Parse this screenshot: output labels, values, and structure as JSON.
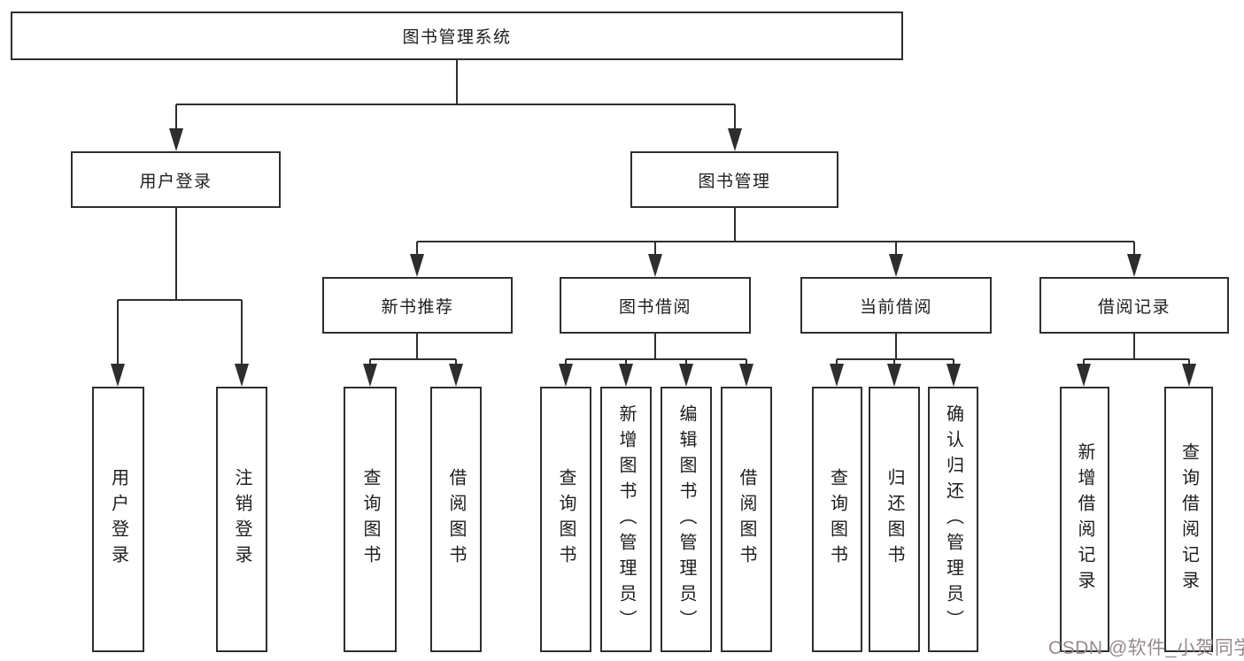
{
  "diagram": {
    "title": "图书管理系统",
    "branches": [
      {
        "label": "用户登录",
        "children": [
          "用户登录",
          "注销登录"
        ]
      },
      {
        "label": "图书管理",
        "children": [
          {
            "label": "新书推荐",
            "children": [
              "查询图书",
              "借阅图书"
            ]
          },
          {
            "label": "图书借阅",
            "children": [
              "查询图书",
              "新增图书（管理员）",
              "编辑图书（管理员）",
              "借阅图书"
            ]
          },
          {
            "label": "当前借阅",
            "children": [
              "查询图书",
              "归还图书",
              "确认归还（管理员）"
            ]
          },
          {
            "label": "借阅记录",
            "children": [
              "新增借阅记录",
              "查询借阅记录"
            ]
          }
        ]
      }
    ]
  },
  "watermark": {
    "text": "CSDN @软件_小贺同学",
    "color": "#95898f"
  },
  "colors": {
    "line": "#2e2e2e",
    "box_fill": "#ffffff",
    "text": "#1d1d1d",
    "background": "#ffffff"
  }
}
